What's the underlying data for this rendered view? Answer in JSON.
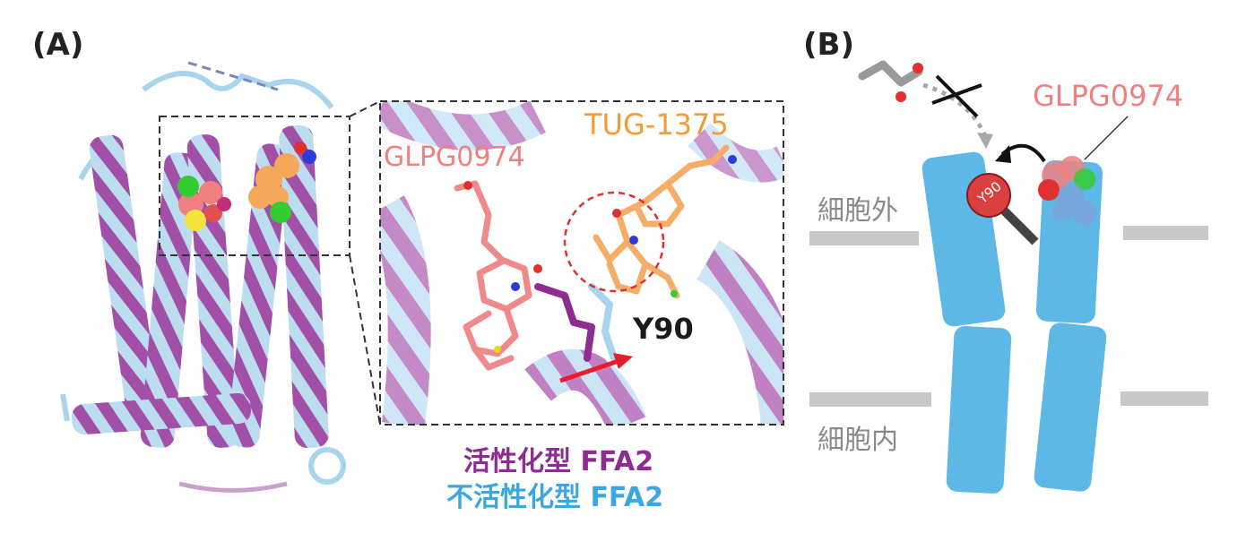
{
  "panel_a": {
    "label": "(A)",
    "inset": {
      "ligand_1": "GLPG0974",
      "ligand_2": "TUG-1375",
      "residue": "Y90"
    },
    "legend": {
      "active": "活性化型 FFA2",
      "inactive": "不活性化型 FFA2"
    }
  },
  "panel_b": {
    "label": "(B)",
    "ligand": "GLPG0974",
    "residue": "Y90",
    "extracellular": "細胞外",
    "intracellular": "細胞内"
  },
  "colors": {
    "active_helix": "#b06ab4",
    "inactive_helix": "#a8d4ee",
    "glpg": "#f08080",
    "tug": "#f5a85a",
    "receptor_blue": "#5eb8e6",
    "membrane_gray": "#c8c8c8",
    "residue_red": "#d94040"
  }
}
